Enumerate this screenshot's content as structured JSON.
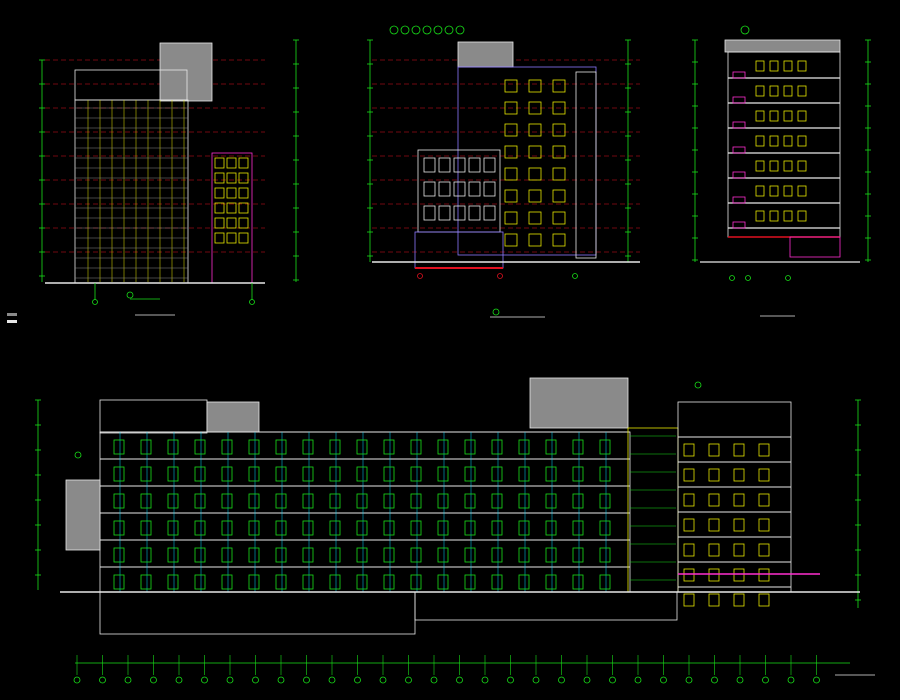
{
  "canvas": {
    "background": "#000000"
  },
  "palette": {
    "grid": "#e01020",
    "axis": "#d6d400",
    "dim": "#18e018",
    "wall": "#e8e8e8",
    "floorfill": "#8a8a8a",
    "frame": "#8c78ff",
    "window": "#e8e800",
    "glazing": "#18e018",
    "accent": "#ff2fd0",
    "column": "#00d8ff",
    "tower": "#a0a0a0"
  },
  "drawings": [
    {
      "id": "elevation-front",
      "type": "elevation"
    },
    {
      "id": "elevation-side",
      "type": "elevation"
    },
    {
      "id": "section-cross",
      "type": "section"
    },
    {
      "id": "section-long",
      "type": "section"
    }
  ],
  "scale_bar": {
    "labels": [
      "",
      ""
    ]
  }
}
